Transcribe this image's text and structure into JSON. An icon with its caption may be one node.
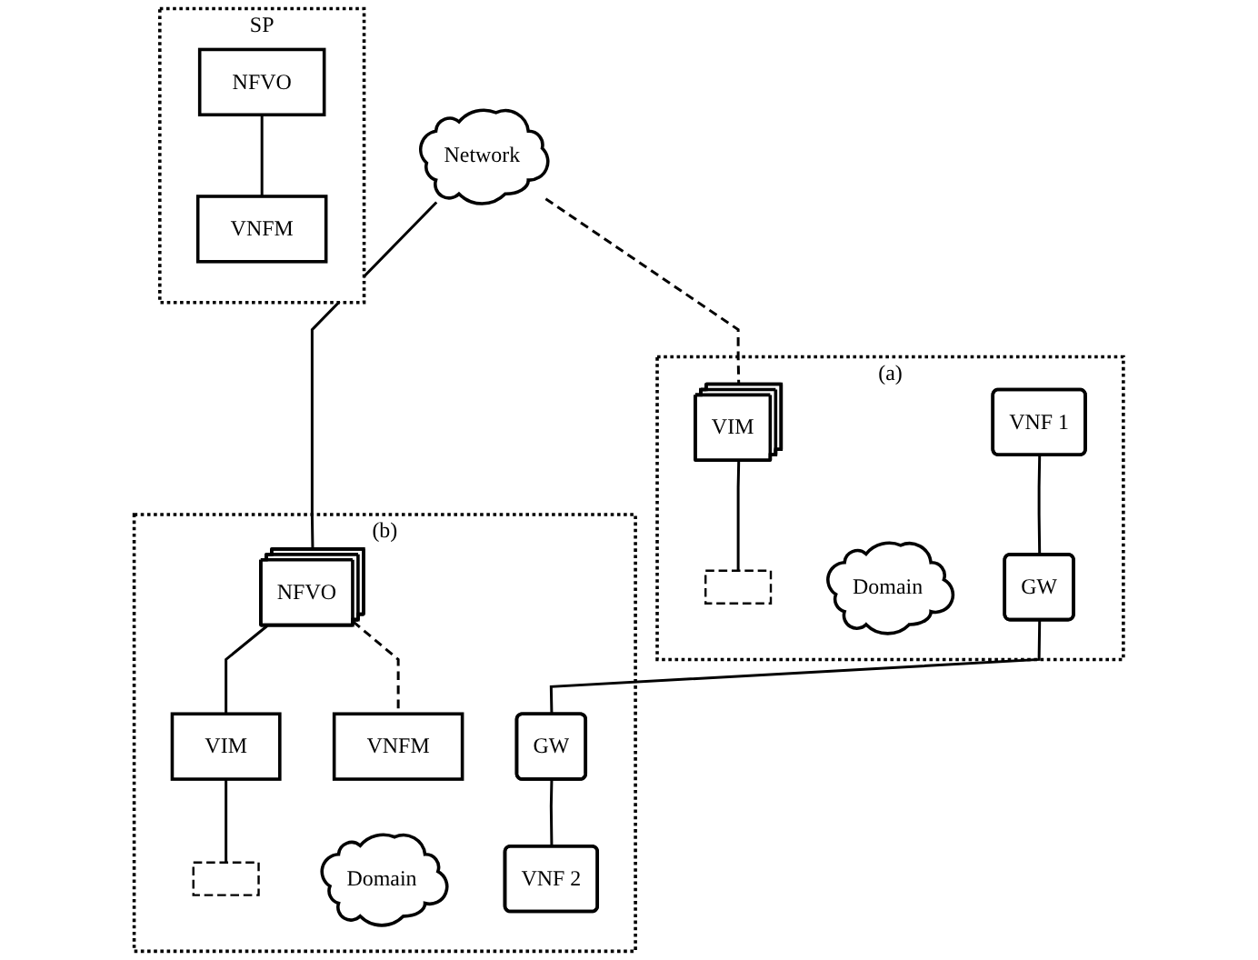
{
  "diagram": {
    "nodes": [
      {
        "text": [
          "SP"
        ]
      },
      {
        "text": [
          "NFVO"
        ],
        "in": 0
      },
      {
        "text": [
          "VNFM"
        ],
        "in": 0
      },
      {
        "text": [
          "Network"
        ]
      },
      {
        "text": [
          "(a)"
        ]
      },
      {
        "text": [
          "VIM"
        ],
        "in": 4
      },
      {
        "text": [],
        "shape": "box",
        "in": 4
      },
      {
        "text": [
          "Domain"
        ],
        "in": 4
      },
      {
        "text": [
          "VNF 1"
        ],
        "in": 4
      },
      {
        "text": [
          "GW"
        ],
        "in": 4
      },
      {
        "text": [
          "(b)"
        ]
      },
      {
        "text": [
          "NFVO"
        ],
        "in": 10
      },
      {
        "text": [
          "VIM"
        ],
        "in": 10
      },
      {
        "text": [
          "VNFM"
        ],
        "in": 10
      },
      {
        "text": [],
        "shape": "box",
        "in": 10
      },
      {
        "text": [
          "Domain"
        ],
        "in": 10
      },
      {
        "text": [
          "GW"
        ],
        "in": 10
      },
      {
        "text": [
          "VNF 2"
        ],
        "in": 10
      }
    ],
    "edges": [
      {
        "from": 1,
        "to": 2,
        "arrow": "none"
      },
      {
        "from": 3,
        "to": 5,
        "arrow": "none",
        "style": "dashed"
      },
      {
        "from": 5,
        "to": 6,
        "arrow": "none"
      },
      {
        "from": 8,
        "to": 9,
        "arrow": "none"
      },
      {
        "from": 9,
        "to": 16,
        "arrow": "none"
      },
      {
        "from": 3,
        "to": 11,
        "arrow": "none"
      },
      {
        "from": 11,
        "to": 12,
        "arrow": "none"
      },
      {
        "from": 11,
        "to": 13,
        "arrow": "none",
        "style": "dashed"
      },
      {
        "from": 12,
        "to": 14,
        "arrow": "none"
      },
      {
        "from": 16,
        "to": 17,
        "arrow": "none"
      }
    ]
  }
}
